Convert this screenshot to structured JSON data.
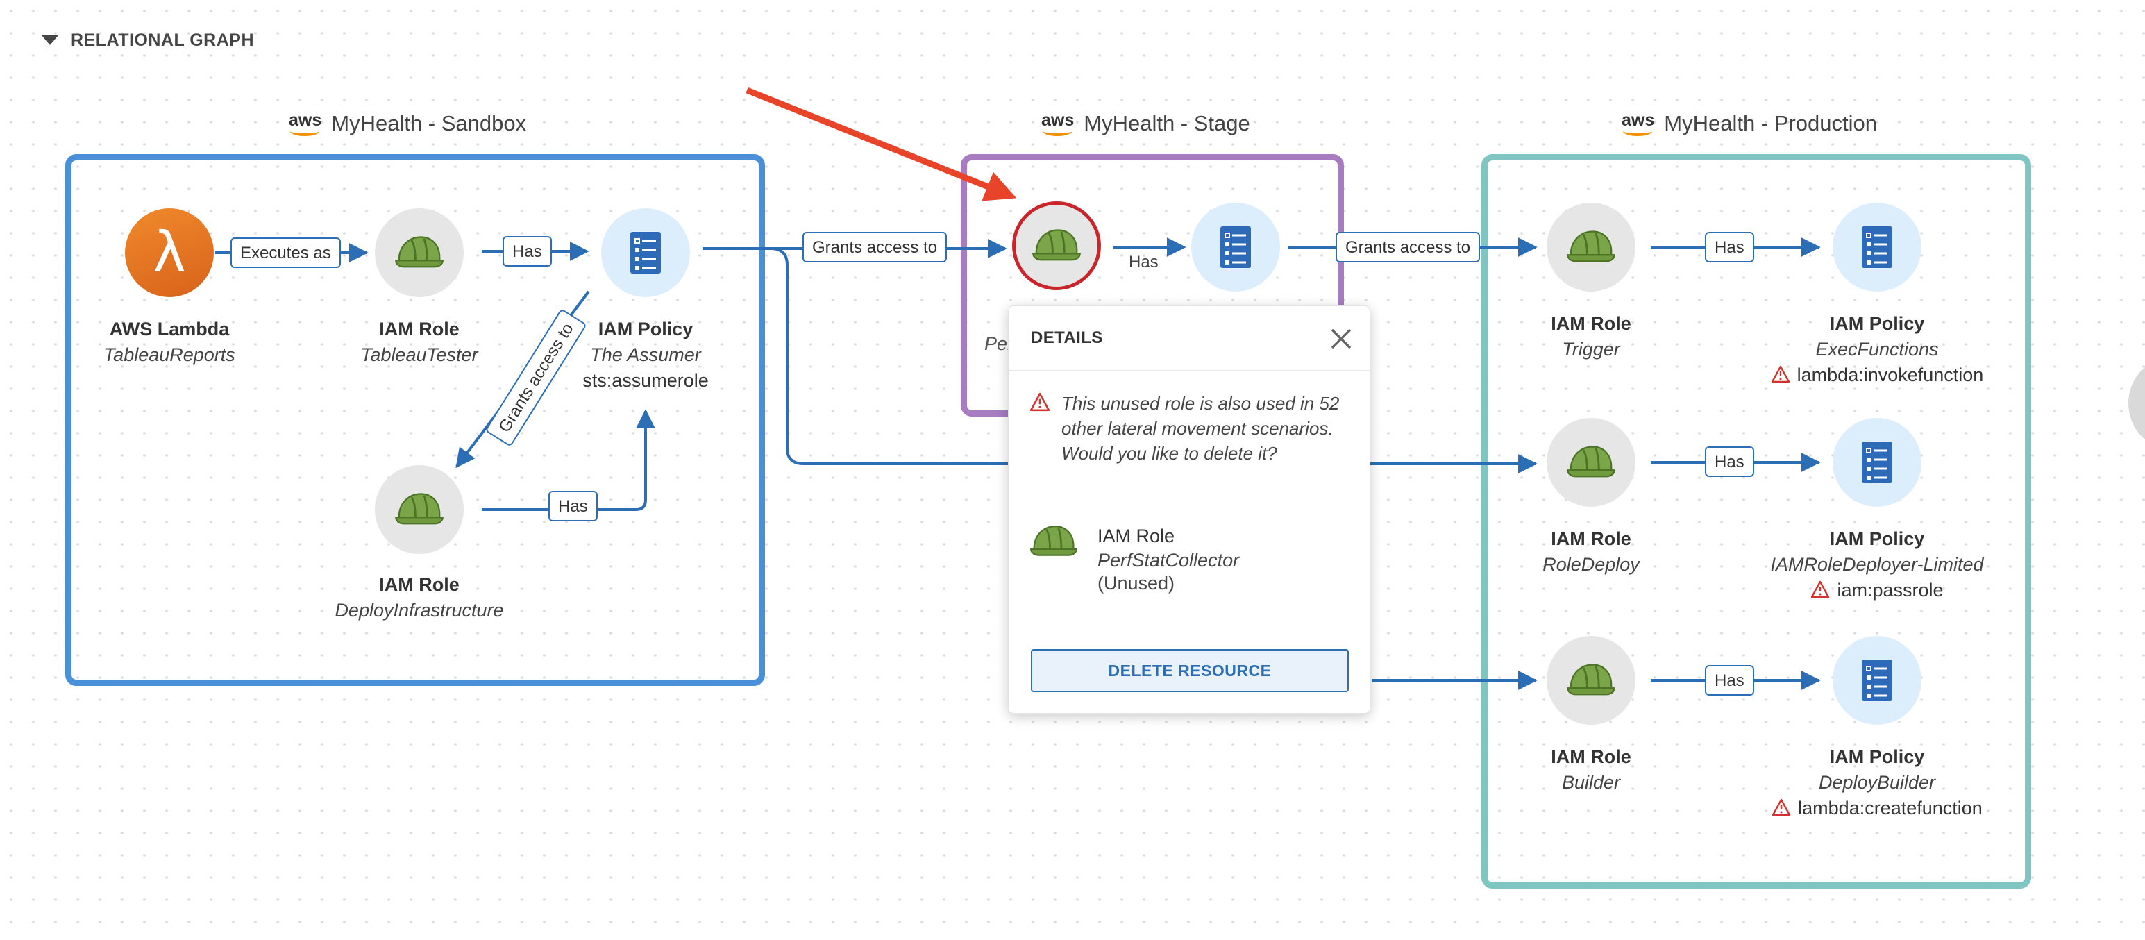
{
  "section": {
    "title": "RELATIONAL GRAPH"
  },
  "logo_text": "aws",
  "accounts": [
    {
      "name": "MyHealth - Sandbox",
      "color": "#4a90d9"
    },
    {
      "name": "MyHealth - Stage",
      "color": "#a77cc0"
    },
    {
      "name": "MyHealth - Production",
      "color": "#7fc6c2"
    }
  ],
  "nodes": {
    "lambda": {
      "type": "AWS Lambda",
      "name": "TableauReports"
    },
    "tableau_tester": {
      "type": "IAM Role",
      "name": "TableauTester"
    },
    "assumer": {
      "type": "IAM Policy",
      "name": "The Assumer",
      "warn": "sts:assumerole"
    },
    "deploy_infra": {
      "type": "IAM Role",
      "name": "DeployInfrastructure"
    },
    "stage_role_hidden": {
      "name": "Perf"
    },
    "trigger": {
      "type": "IAM Role",
      "name": "Trigger"
    },
    "exec_functions": {
      "type": "IAM Policy",
      "name": "ExecFunctions",
      "warn": "lambda:invokefunction"
    },
    "role_deploy": {
      "type": "IAM Role",
      "name": "RoleDeploy"
    },
    "deployer_limited": {
      "type": "IAM Policy",
      "name": "IAMRoleDeployer-Limited",
      "warn": "iam:passrole"
    },
    "builder": {
      "type": "IAM Role",
      "name": "Builder"
    },
    "deploy_builder": {
      "type": "IAM Policy",
      "name": "DeployBuilder",
      "warn": "lambda:createfunction"
    }
  },
  "edges": {
    "executes_as": "Executes as",
    "has": "Has",
    "grants_access_to": "Grants access to"
  },
  "details": {
    "title": "DETAILS",
    "message": "This unused role is also used in 52 other lateral movement scenarios. Would you like to delete it?",
    "resource_type": "IAM Role",
    "resource_name": "PerfStatCollector",
    "resource_status": "(Unused)",
    "delete_label": "DELETE RESOURCE"
  },
  "colors": {
    "edge": "#2c6eb5",
    "highlight": "#e8442a",
    "warning": "#d0342c",
    "policy_icon": "#2d6bb8",
    "helmet": "#6f9a3d"
  }
}
